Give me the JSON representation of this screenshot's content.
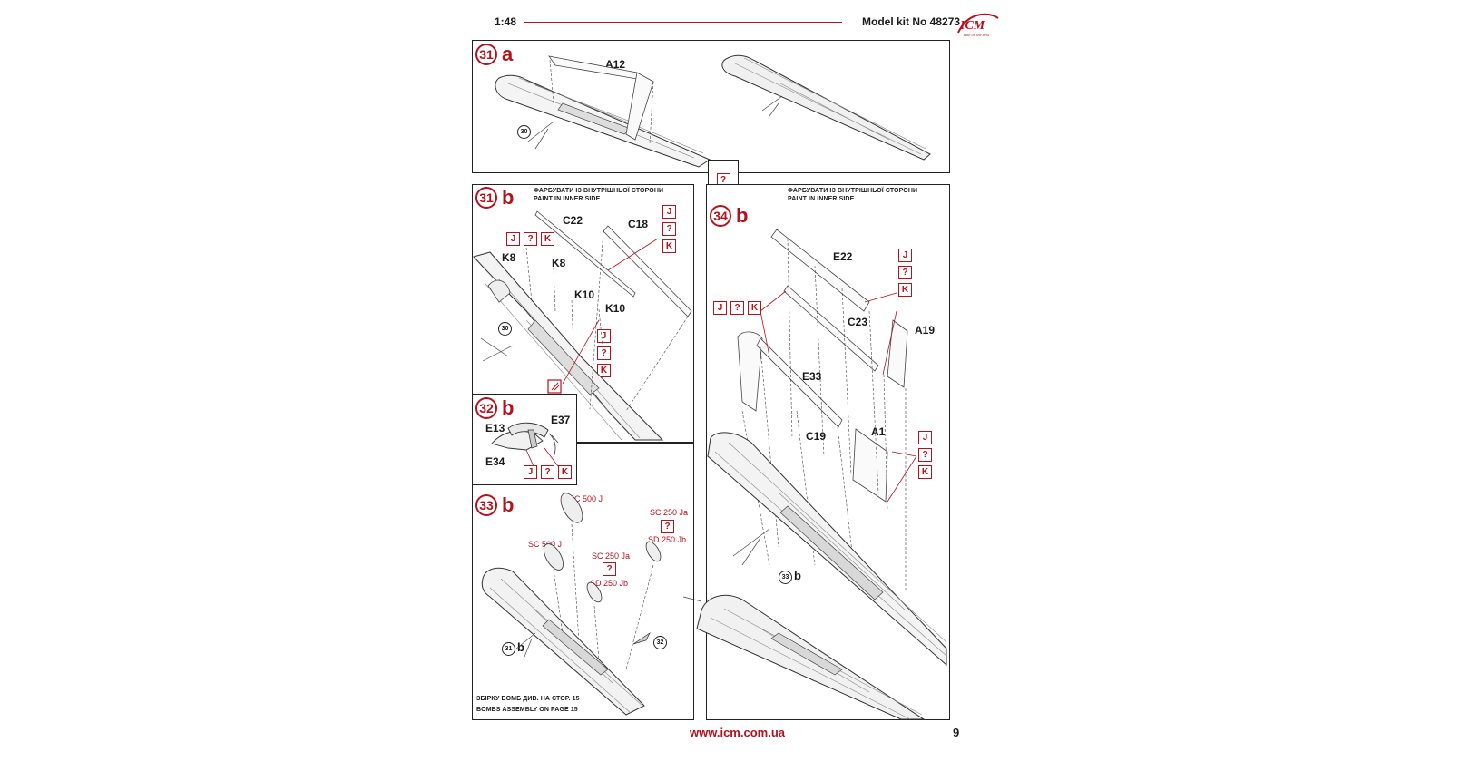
{
  "header": {
    "scale": "1:48",
    "kit": "Model kit No 48273",
    "logo_text": "ICM",
    "logo_tagline": "Take on the best"
  },
  "steps": {
    "s31a": {
      "number": "31",
      "letter": "a"
    },
    "s31b": {
      "number": "31",
      "letter": "b"
    },
    "s32b": {
      "number": "32",
      "letter": "b"
    },
    "s33b": {
      "number": "33",
      "letter": "b"
    },
    "s34b": {
      "number": "34",
      "letter": "b"
    }
  },
  "notes": {
    "paint_inner_ua": "ФАРБУВАТИ ІЗ ВНУТРІШНЬОЇ СТОРОНИ",
    "paint_inner_en": "PAINT IN INNER SIDE",
    "bombs_ua": "ЗБІРКУ БОМБ ДИВ. НА СТОР. 15",
    "bombs_en": "BOMBS ASSEMBLY ON PAGE 15"
  },
  "parts": {
    "a12": "A12",
    "c22": "C22",
    "c18": "C18",
    "k8a": "K8",
    "k8b": "K8",
    "k10a": "K10",
    "k10b": "K10",
    "e13": "E13",
    "e37": "E37",
    "e34": "E34",
    "e22": "E22",
    "c23": "C23",
    "a19": "A19",
    "e33": "E33",
    "c19": "C19",
    "a1": "A1"
  },
  "paint_codes": {
    "j": "J",
    "q": "?",
    "k": "K"
  },
  "refs": {
    "r30": "30",
    "r31": "31",
    "r32": "32",
    "r33": "33",
    "b": "b"
  },
  "bombs": {
    "sc500j": "SC 500 J",
    "sc250ja": "SC 250 Ja",
    "sd250jb": "SD 250 Jb"
  },
  "footer": {
    "url": "www.icm.com.ua",
    "page": "9"
  },
  "colors": {
    "accent": "#b5121b",
    "line": "#222222"
  }
}
